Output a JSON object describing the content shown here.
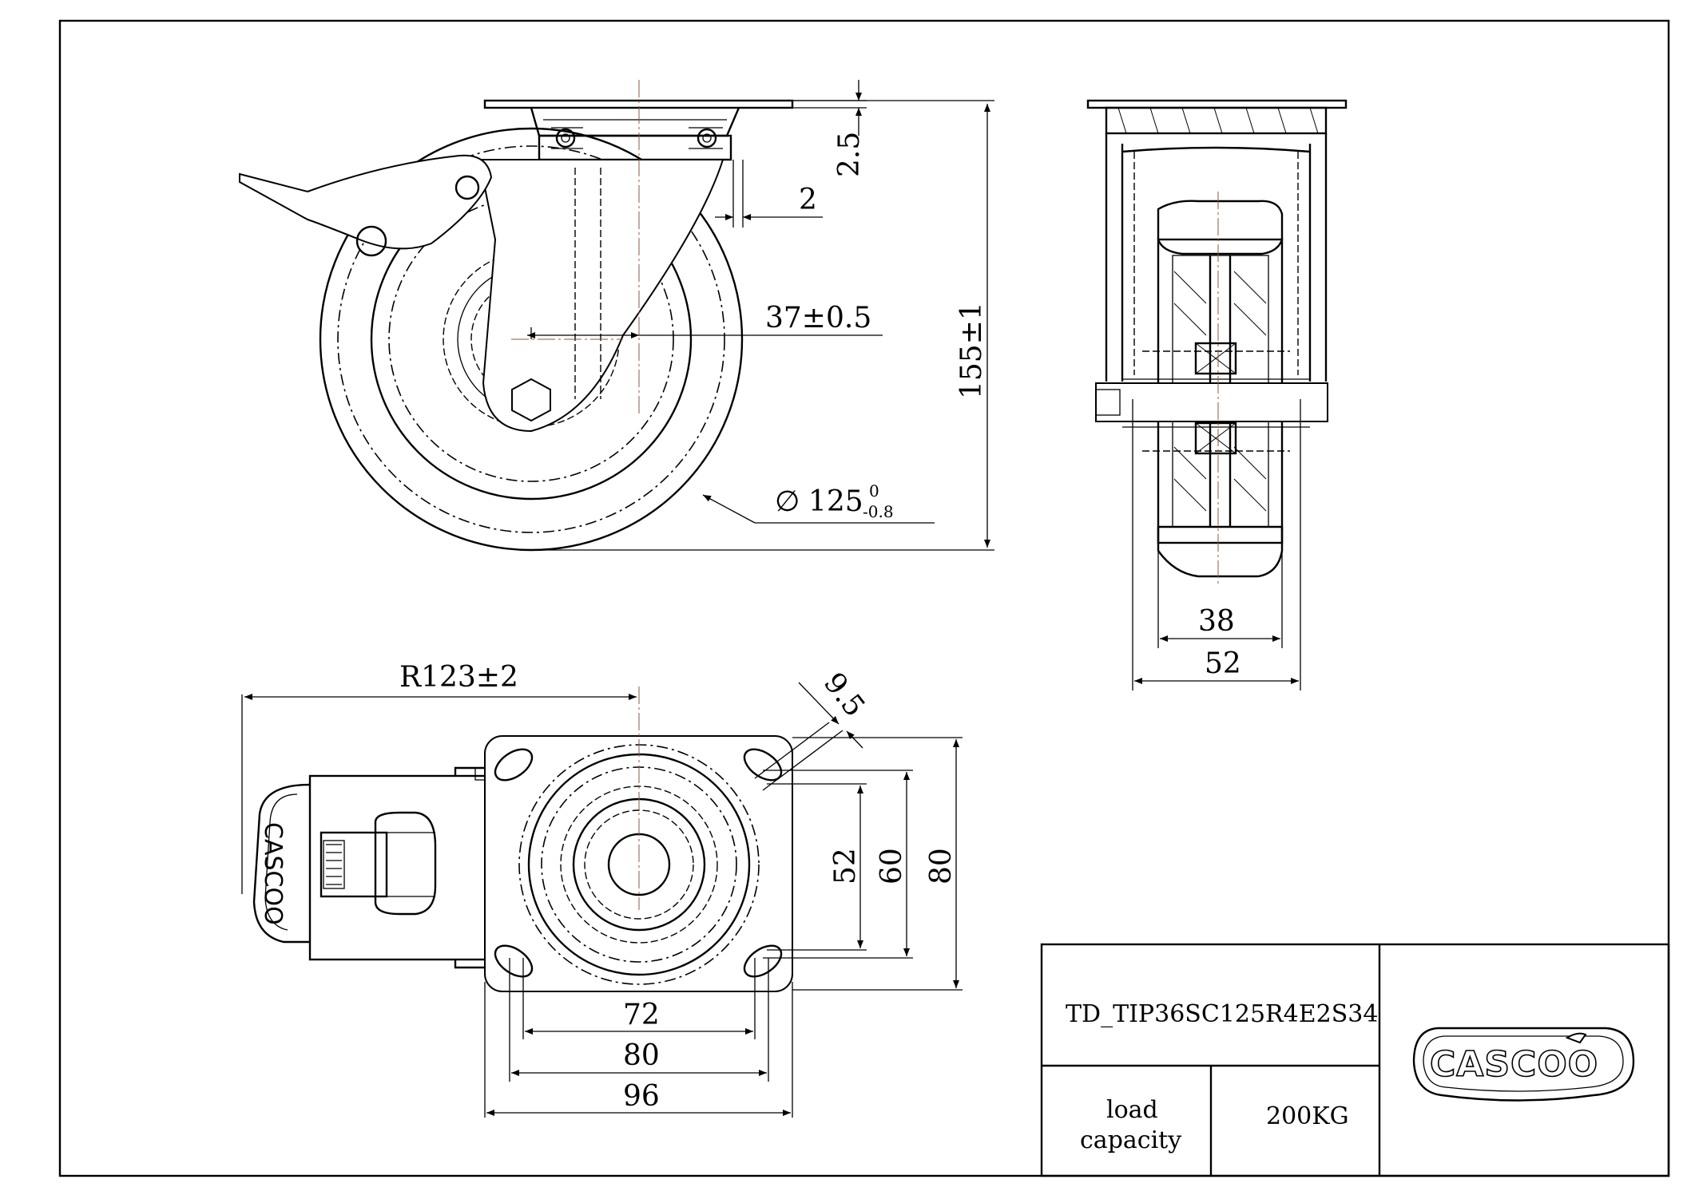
{
  "title_block": {
    "part_number": "TD_TIP36SC125R4E2S34",
    "load_label_line1": "load",
    "load_label_line2": "capacity",
    "load_value": "200KG",
    "logo_text": "CASCOO"
  },
  "dimensions": {
    "plate_thickness": "2.5",
    "offset_gap": "2",
    "swivel_offset": "37±0.5",
    "total_height": "155±1",
    "wheel_diameter": "125",
    "wheel_diameter_tol_upper": "0",
    "wheel_diameter_tol_lower": "-0.8",
    "wheel_width": "38",
    "overall_width": "52",
    "swivel_radius": "R123±2",
    "slot_width": "9.5",
    "hole_spacing_y_inner": "52",
    "hole_spacing_y_outer": "60",
    "plate_length_y": "80",
    "hole_spacing_x_inner": "72",
    "hole_spacing_x_outer": "80",
    "plate_width_x": "96"
  },
  "colors": {
    "line": "#000000",
    "centerline": "#8a5a40",
    "background": "#ffffff"
  }
}
